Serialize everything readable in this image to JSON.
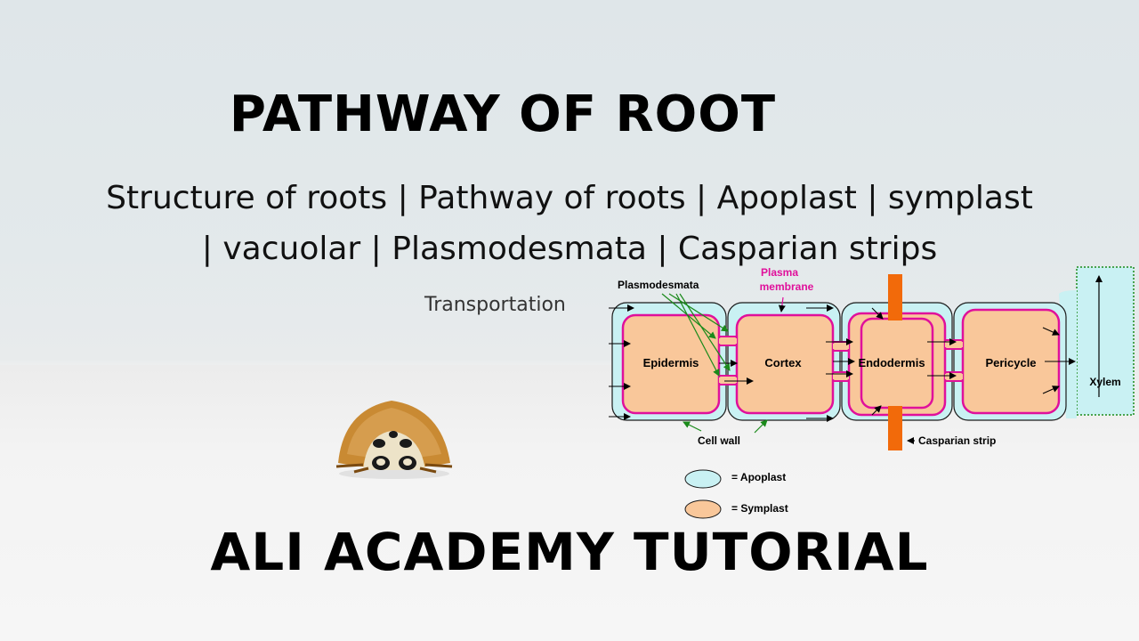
{
  "title": "PATHWAY OF ROOT",
  "subtitle_line1": "Structure of roots | Pathway of roots | Apoplast | symplast",
  "subtitle_line2": "| vacuolar | Plasmodesmata | Casparian strips",
  "transport_label": "Transportation",
  "footer": "ALI ACADEMY TUTORIAL",
  "diagram": {
    "cells": [
      "Epidermis",
      "Cortex",
      "Endodermis",
      "Pericycle"
    ],
    "xylem_label": "Xylem",
    "plasmodesmata_label": "Plasmodesmata",
    "plasma_label_line1": "Plasma",
    "plasma_label_line2": "membrane",
    "cell_wall_label": "Cell wall",
    "casparian_label": "Casparian strip",
    "legend": [
      {
        "label": "= Apoplast",
        "color": "#c9f1f3"
      },
      {
        "label": "= Symplast",
        "color": "#f9c79a"
      }
    ]
  },
  "colors": {
    "apoplast": "#c9f1f3",
    "symplast": "#f9c79a",
    "plasma_membrane": "#e0109b",
    "casparian": "#f26a0a",
    "arrow_green": "#1a8a1a"
  }
}
